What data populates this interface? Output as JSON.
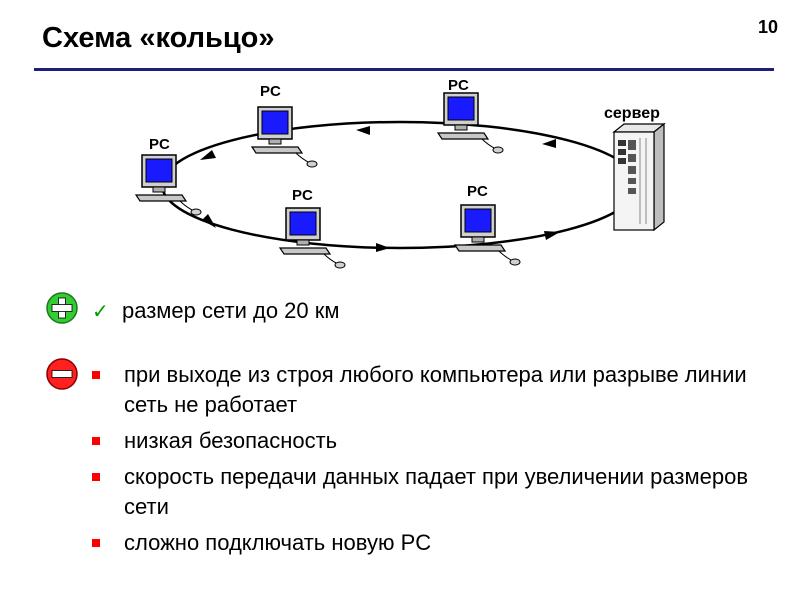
{
  "slide": {
    "title": "Схема «кольцо»",
    "number": "10"
  },
  "diagram": {
    "computer_label": "PC",
    "server_label": "сервер",
    "computers": [
      {
        "label": "PC"
      },
      {
        "label": "PC"
      },
      {
        "label": "PC"
      },
      {
        "label": "PC"
      },
      {
        "label": "PC"
      }
    ],
    "colors": {
      "screen": "#1a1aff",
      "ring": "#000000",
      "rule": "#1f1f7a"
    }
  },
  "pros": {
    "icon": "plus-icon",
    "icon_color": "#33cc33",
    "items": [
      {
        "marker": "check-icon",
        "text": "размер сети до 20 км"
      }
    ]
  },
  "cons": {
    "icon": "minus-icon",
    "icon_color": "#ff2020",
    "items": [
      {
        "text": "при выходе из строя любого компьютера или разрыве линии сеть не работает"
      },
      {
        "text": "низкая безопасность"
      },
      {
        "text": "скорость передачи данных падает при увеличении размеров сети"
      },
      {
        "text": "сложно подключать новую PC"
      }
    ]
  }
}
